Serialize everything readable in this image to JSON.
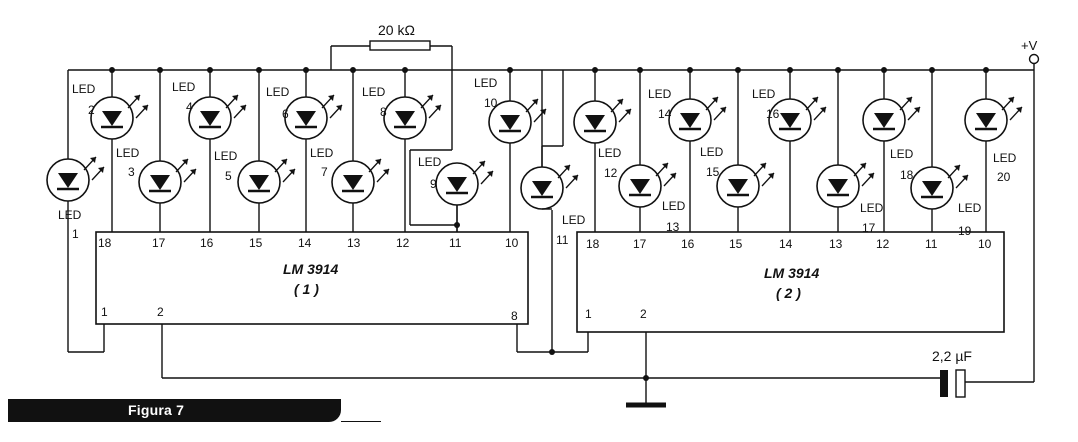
{
  "resistor_label": "20 kΩ",
  "supply_label": "+V",
  "capacitor_label": "2,2 µF",
  "figure_caption": "Figura 7",
  "led_word": "LED",
  "chips": [
    {
      "name": "LM 3914",
      "index": "( 1 )"
    },
    {
      "name": "LM 3914",
      "index": "( 2 )"
    }
  ],
  "leds": [
    {
      "number": "1",
      "pin": "1"
    },
    {
      "number": "2",
      "pin": "18"
    },
    {
      "number": "3",
      "pin": "17"
    },
    {
      "number": "4",
      "pin": "16"
    },
    {
      "number": "5",
      "pin": "15"
    },
    {
      "number": "6",
      "pin": "14"
    },
    {
      "number": "7",
      "pin": "13"
    },
    {
      "number": "8",
      "pin": "12"
    },
    {
      "number": "9",
      "pin": "11"
    },
    {
      "number": "10",
      "pin": "10"
    },
    {
      "number": "11",
      "pin": "1"
    },
    {
      "number": "12",
      "pin": "18"
    },
    {
      "number": "13",
      "pin": "17"
    },
    {
      "number": "14",
      "pin": "16"
    },
    {
      "number": "15",
      "pin": "15"
    },
    {
      "number": "16",
      "pin": "14"
    },
    {
      "number": "17",
      "pin": "13"
    },
    {
      "number": "18",
      "pin": "12"
    },
    {
      "number": "19",
      "pin": "11"
    },
    {
      "number": "20",
      "pin": "10"
    }
  ],
  "chip1_pins_top": [
    "18",
    "17",
    "16",
    "15",
    "14",
    "13",
    "12",
    "11",
    "10"
  ],
  "chip1_pins_bottom": [
    "1",
    "2",
    "8"
  ],
  "chip2_pins_top": [
    "18",
    "17",
    "16",
    "15",
    "14",
    "13",
    "12",
    "11",
    "10"
  ],
  "chip2_pins_bottom": [
    "1",
    "2"
  ]
}
